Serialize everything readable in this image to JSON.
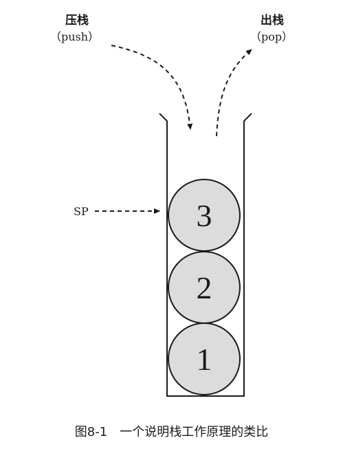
{
  "push": {
    "label": "压栈",
    "sublabel": "（push）"
  },
  "pop": {
    "label": "出栈",
    "sublabel": "（pop）"
  },
  "stack_pointer": {
    "label": "SP"
  },
  "stack_items": [
    {
      "number": "3"
    },
    {
      "number": "2"
    },
    {
      "number": "1"
    }
  ],
  "colors": {
    "ball_fill": "#dcdcdc",
    "stroke": "#1a1a1a"
  },
  "caption": "图8-1　一个说明栈工作原理的类比"
}
